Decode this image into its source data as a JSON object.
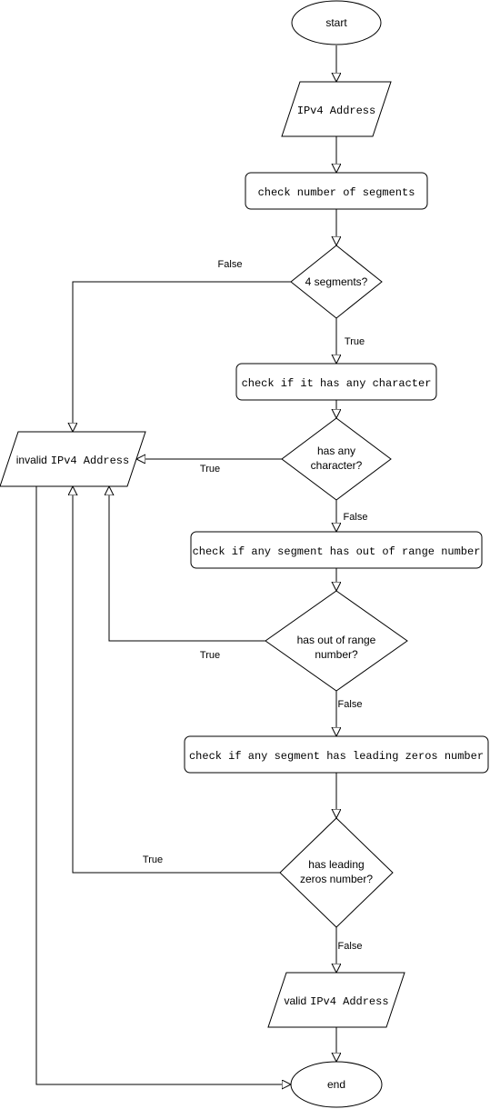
{
  "nodes": {
    "start": {
      "label": "start"
    },
    "input": {
      "label": "IPv4 Address"
    },
    "check_segments": {
      "label": "check number of segments"
    },
    "decision_segments": {
      "label": "4 segments?"
    },
    "check_character": {
      "label": "check if it has any character"
    },
    "decision_character": {
      "line1": "has any",
      "line2": "character?"
    },
    "invalid": {
      "label_word": "invalid",
      "label_addr": "IPv4 Address"
    },
    "check_range": {
      "label": "check if any segment has out of range number"
    },
    "decision_range": {
      "line1": "has out of range",
      "line2": "number?"
    },
    "check_leading": {
      "label": "check if any segment has leading zeros number"
    },
    "decision_leading": {
      "line1": "has leading",
      "line2": "zeros number?"
    },
    "valid": {
      "label_word": "valid",
      "label_addr": "IPv4 Address"
    },
    "end": {
      "label": "end"
    }
  },
  "edges": {
    "segments_false": "False",
    "segments_true": "True",
    "character_true": "True",
    "character_false": "False",
    "range_true": "True",
    "range_false": "False",
    "leading_true": "True",
    "leading_false": "False"
  }
}
